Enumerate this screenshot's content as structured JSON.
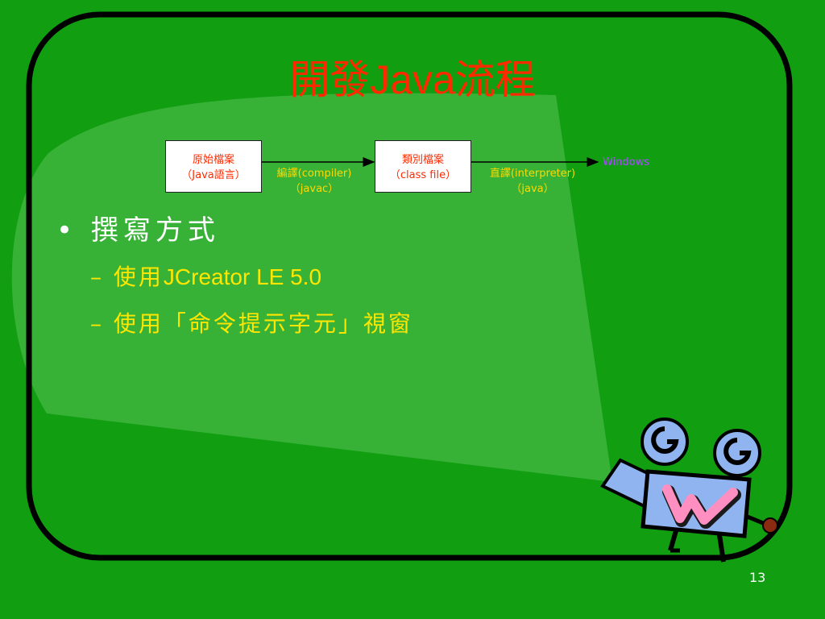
{
  "slide": {
    "title_cjk_a": "開發",
    "title_latin": "Java",
    "title_cjk_b": "流程",
    "page_number": "13"
  },
  "flow": {
    "box1_line1": "原始檔案",
    "box1_line2": "（Java語言）",
    "arrow1_line1": "編譯(compiler)",
    "arrow1_line2": "（javac）",
    "box2_line1": "類別檔案",
    "box2_line2": "（class file）",
    "arrow2_line1": "直譯(interpreter)",
    "arrow2_line2": "（java）",
    "target": "Windows"
  },
  "bullets": {
    "main": "撰寫方式",
    "sub1_dash": "–",
    "sub1_cjk": "使用",
    "sub1_latin": "JCreator LE 5.0",
    "sub2_dash": "–",
    "sub2_text": "使用「命令提示字元」視窗"
  },
  "colors": {
    "background": "#119e11",
    "spotlight": "#37b237",
    "title": "#ff2a00",
    "bullet_sub": "#ffe600",
    "frame": "#000000"
  },
  "icons": [
    "rounded-frame",
    "spotlight-beam",
    "movie-camera-clipart"
  ]
}
